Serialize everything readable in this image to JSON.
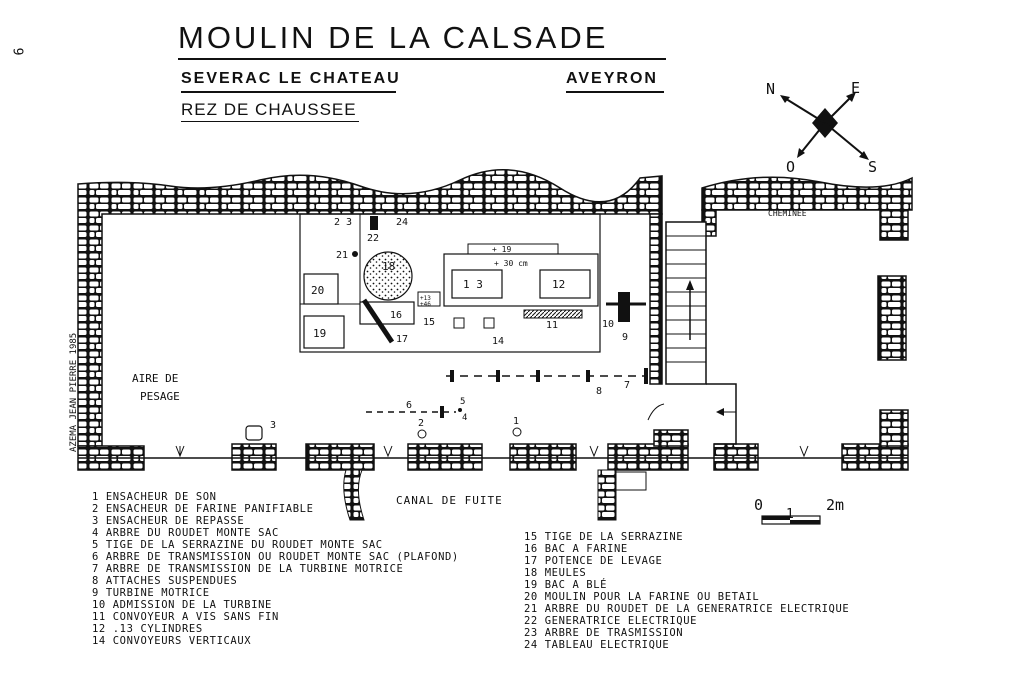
{
  "page_number": "9",
  "title": "MOULIN DE LA CALSADE",
  "town": "SEVERAC LE CHATEAU",
  "department": "AVEYRON",
  "level": "REZ DE CHAUSSEE",
  "compass": {
    "n": "N",
    "e": "E",
    "s": "S",
    "o": "O"
  },
  "author": "AZEMA JEAN PIERRE 1985",
  "labels": {
    "cheminee": "CHEMINÉE",
    "aire1": "AIRE DE",
    "aire2": "PESAGE",
    "canal": "CANAL  DE  FUITE",
    "level_plus19": "+ 19",
    "level_plus30": "+ 30 cm",
    "level_plus13": "+13",
    "level_plus46": "+46",
    "n1": "1",
    "n2": "2",
    "n3": "3",
    "n4": "4",
    "n5": "5",
    "n6": "6",
    "n7": "7",
    "n8": "8",
    "n9": "9",
    "n10": "10",
    "n11": "11",
    "n12": "12",
    "n13": "1 3",
    "n14": "14",
    "n15": "15",
    "n16": "16",
    "n17": "17",
    "n18": "18",
    "n19": "19",
    "n20": "20",
    "n21": "21",
    "n22": "22",
    "n23": "2 3",
    "n24": "24"
  },
  "scale": {
    "zero": "0",
    "one": "1",
    "two": "2m"
  },
  "legend_left": [
    "1   ENSACHEUR DE SON",
    "2   ENSACHEUR DE FARINE PANIFIABLE",
    "3   ENSACHEUR DE REPASSE",
    "4   ARBRE DU ROUDET MONTE SAC",
    "5   TIGE DE LA SERRAZINE DU ROUDET MONTE SAC",
    "6   ARBRE DE TRANSMISSION OU ROUDET MONTE SAC (PLAFOND)",
    "7   ARBRE DE TRANSMISSION DE LA TURBINE MOTRICE",
    "8   ATTACHES SUSPENDUES",
    "9   TURBINE MOTRICE",
    "10 ADMISSION DE LA TURBINE",
    "11 CONVOYEUR A VIS SANS FIN",
    "12 .13 CYLINDRES",
    "14 CONVOYEURS VERTICAUX"
  ],
  "legend_right": [
    "15 TIGE DE LA SERRAZINE",
    "16 BAC A FARINE",
    "17 POTENCE DE LEVAGE",
    "18 MEULES",
    "19 BAC A BLÉ",
    "20 MOULIN POUR LA FARINE OU BETAIL",
    "21 ARBRE DU ROUDET DE LA GENERATRICE ELECTRIQUE",
    "22 GENERATRICE ELECTRIQUE",
    "23 ARBRE DE TRASMISSION",
    "24 TABLEAU ELECTRIQUE"
  ]
}
